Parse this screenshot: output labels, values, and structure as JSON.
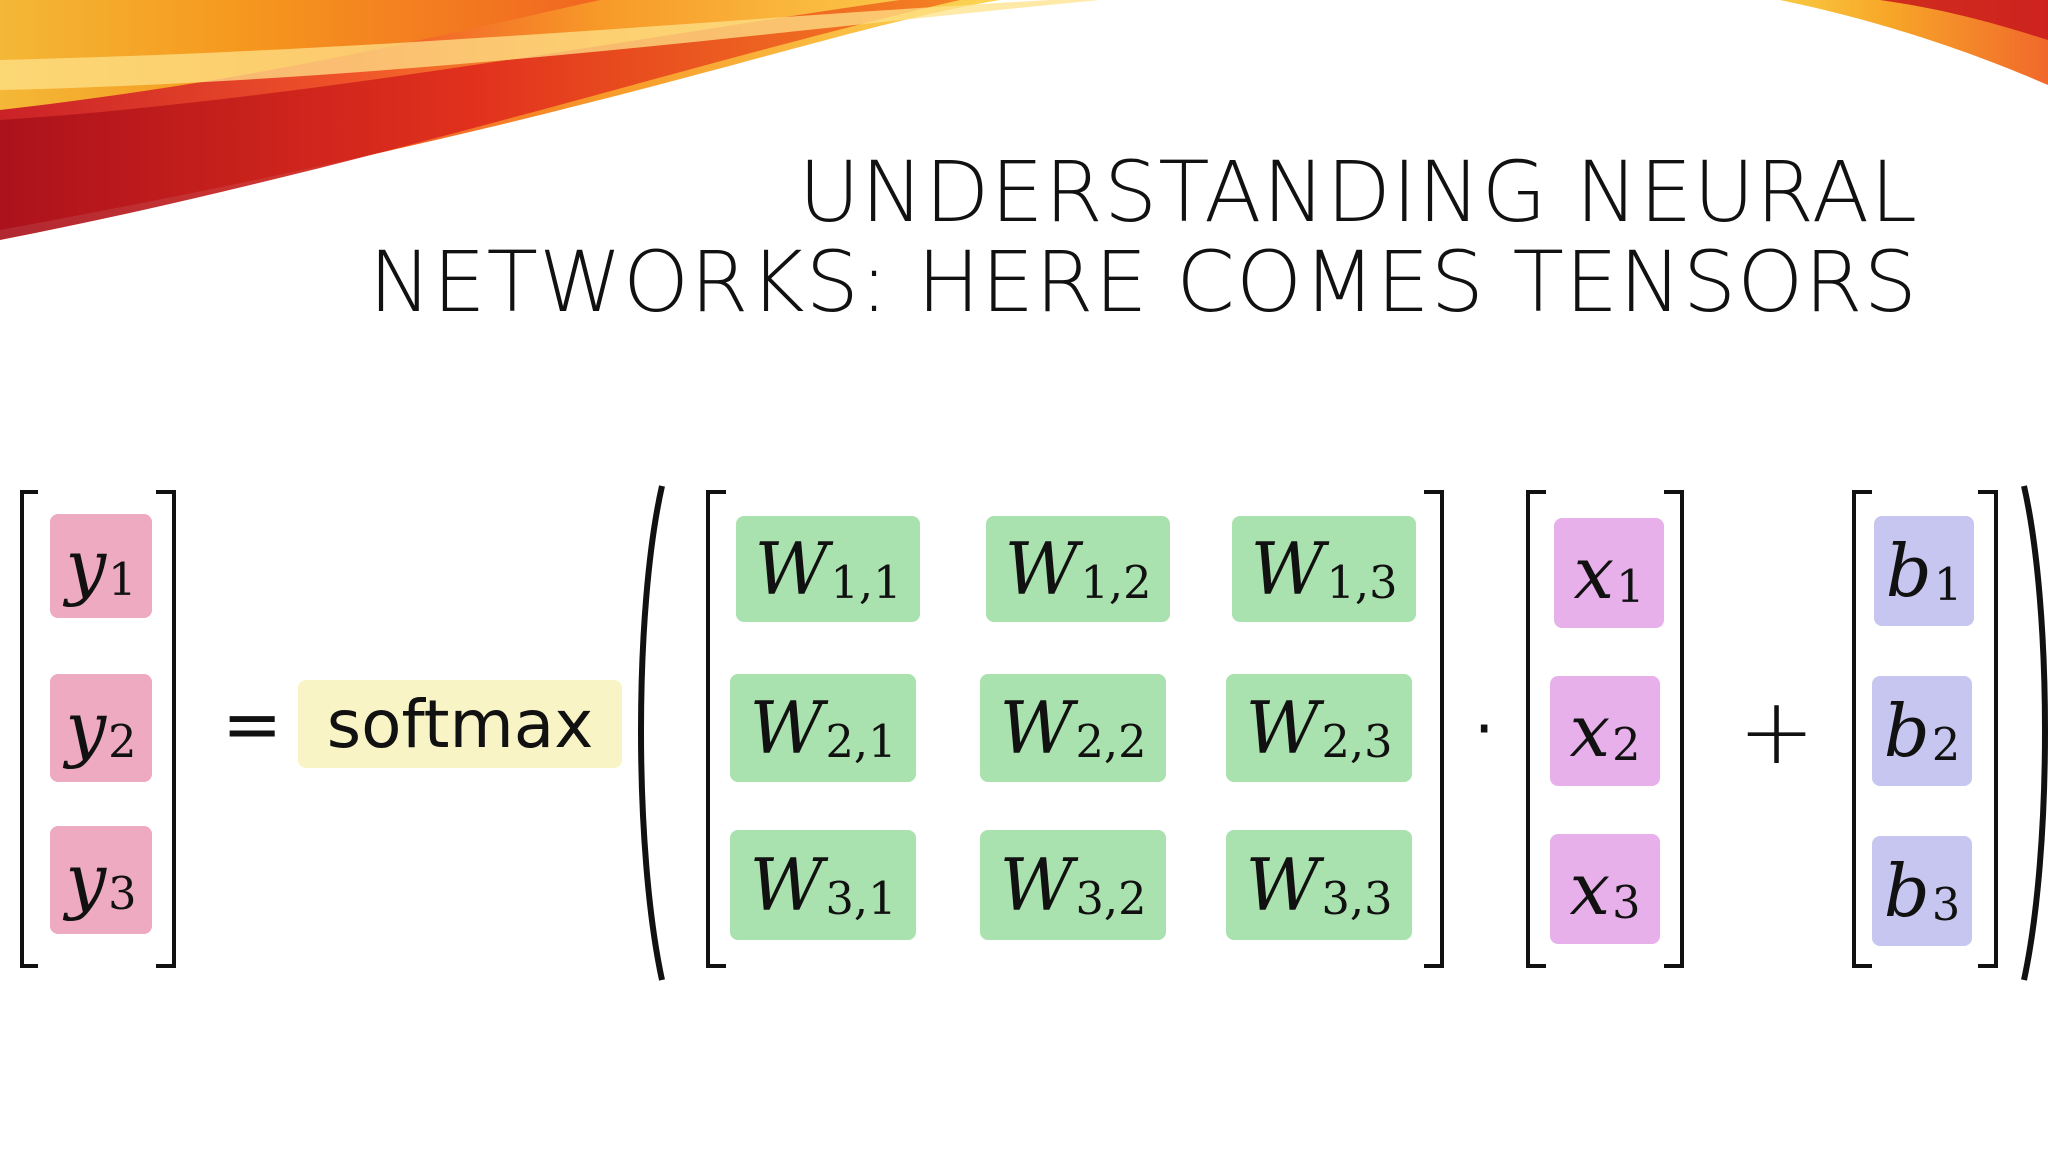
{
  "slide": {
    "title_line_1": "UNDERSTANDING NEURAL",
    "title_line_2": "NETWORKS: HERE COMES TENSORS"
  },
  "equation": {
    "y_vector": [
      {
        "base": "y",
        "sub": "1"
      },
      {
        "base": "y",
        "sub": "2"
      },
      {
        "base": "y",
        "sub": "3"
      }
    ],
    "equals": "=",
    "function": "softmax",
    "weights": [
      [
        {
          "base": "W",
          "sub": "1,1"
        },
        {
          "base": "W",
          "sub": "1,2"
        },
        {
          "base": "W",
          "sub": "1,3"
        }
      ],
      [
        {
          "base": "W",
          "sub": "2,1"
        },
        {
          "base": "W",
          "sub": "2,2"
        },
        {
          "base": "W",
          "sub": "2,3"
        }
      ],
      [
        {
          "base": "W",
          "sub": "3,1"
        },
        {
          "base": "W",
          "sub": "3,2"
        },
        {
          "base": "W",
          "sub": "3,3"
        }
      ]
    ],
    "dot": "·",
    "x_vector": [
      {
        "base": "x",
        "sub": "1"
      },
      {
        "base": "x",
        "sub": "2"
      },
      {
        "base": "x",
        "sub": "3"
      }
    ],
    "plus": "+",
    "b_vector": [
      {
        "base": "b",
        "sub": "1"
      },
      {
        "base": "b",
        "sub": "2"
      },
      {
        "base": "b",
        "sub": "3"
      }
    ]
  },
  "colors": {
    "y_highlight": "#eeaac0",
    "w_highlight": "#a9e2ae",
    "x_highlight": "#e8b0ea",
    "b_highlight": "#c6c6f0",
    "softmax_highlight": "#f8f4c6",
    "swoosh_red": "#d8261c",
    "swoosh_orange": "#f47a1f",
    "swoosh_yellow": "#f9c838"
  }
}
